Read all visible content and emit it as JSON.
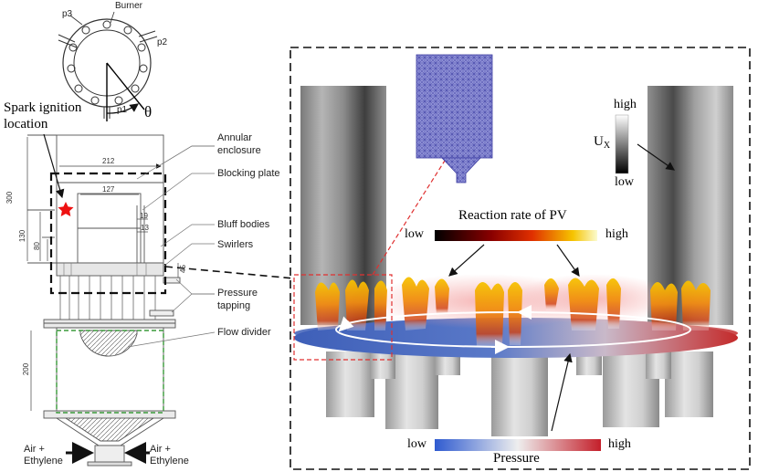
{
  "left": {
    "top_view": {
      "burner_label": "Burner",
      "p1": "p1",
      "p2": "p2",
      "p3": "p3",
      "theta": "θ"
    },
    "spark_label_line1": "Spark ignition",
    "spark_label_line2": "location",
    "dimensions": {
      "d212": "212",
      "d127": "127",
      "d19": "19",
      "d13": "13",
      "d300": "300",
      "d130": "130",
      "d80": "80",
      "d45": "45",
      "d200": "200"
    },
    "callouts": {
      "annular_line1": "Annular",
      "annular_line2": "enclosure",
      "blocking": "Blocking plate",
      "bluff": "Bluff bodies",
      "swirlers": "Swirlers",
      "pressure_line1": "Pressure",
      "pressure_line2": "tapping",
      "flow_divider": "Flow divider"
    },
    "inlets": {
      "left_line1": "Air +",
      "left_line2": "Ethylene",
      "right_line1": "Air +",
      "right_line2": "Ethylene"
    }
  },
  "right": {
    "ux_label": "U",
    "ux_sub": "X",
    "ux_high": "high",
    "ux_low": "low",
    "reaction_title": "Reaction rate of PV",
    "reaction_low": "low",
    "reaction_high": "high",
    "pressure_title": "Pressure",
    "pressure_low": "low",
    "pressure_high": "high"
  },
  "colors": {
    "dashed_box": "#111111",
    "red_dash": "#e03030",
    "green_dash": "#3a9a3a",
    "mesh": "#3a3aa0",
    "pressure_low": "#3a5fc8",
    "pressure_high": "#c42a2a",
    "spark_star": "#ee1111"
  }
}
